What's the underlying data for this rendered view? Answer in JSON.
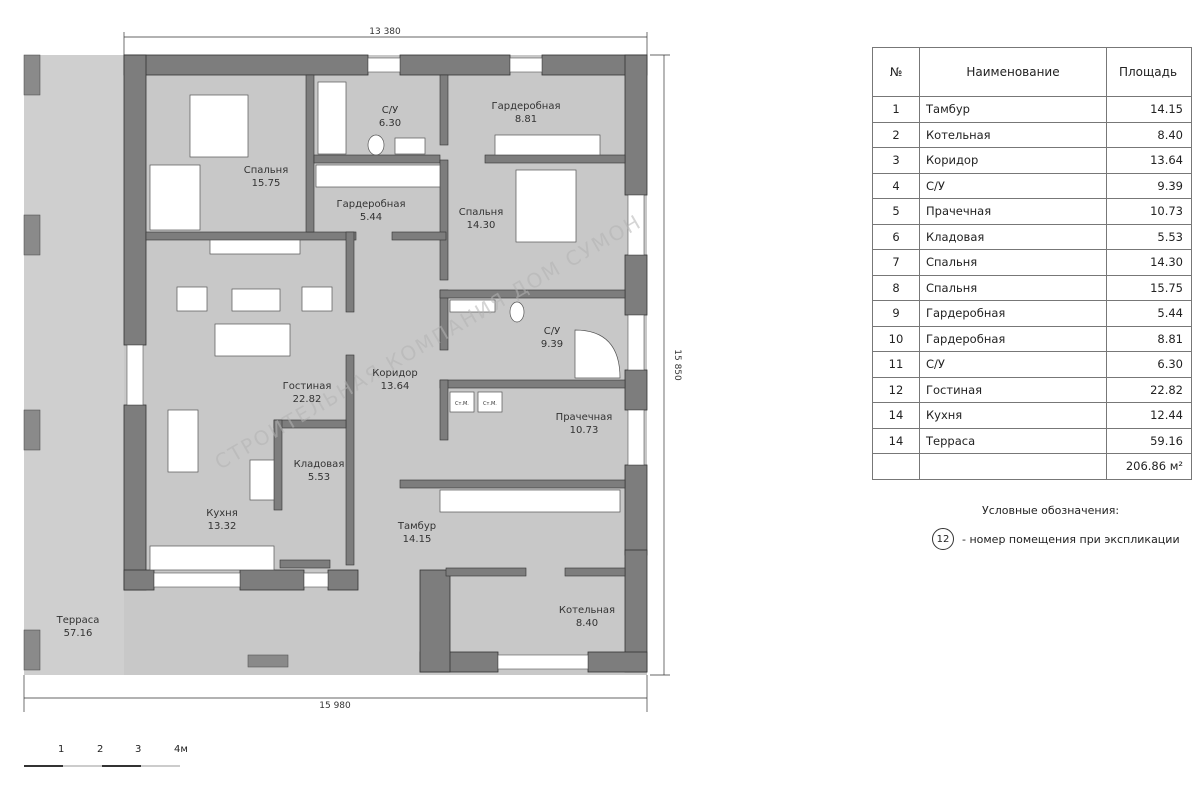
{
  "dimensions": {
    "top": "13 380",
    "bottom": "15 980",
    "right": "15 850"
  },
  "rooms": [
    {
      "name": "Спальня",
      "area": "15.75"
    },
    {
      "name": "С/У",
      "area": "6.30"
    },
    {
      "name": "Гардеробная",
      "area": "8.81"
    },
    {
      "name": "Гардеробная",
      "area": "5.44"
    },
    {
      "name": "Спальня",
      "area": "14.30"
    },
    {
      "name": "С/У",
      "area": "9.39"
    },
    {
      "name": "Гостиная",
      "area": "22.82"
    },
    {
      "name": "Коридор",
      "area": "13.64"
    },
    {
      "name": "Прачечная",
      "area": "10.73"
    },
    {
      "name": "Кладовая",
      "area": "5.53"
    },
    {
      "name": "Кухня",
      "area": "13.32"
    },
    {
      "name": "Тамбур",
      "area": "14.15"
    },
    {
      "name": "Котельная",
      "area": "8.40"
    },
    {
      "name": "Терраса",
      "area": "57.16"
    }
  ],
  "appliance_labels": {
    "washer": "Ст.М.",
    "dryer": "Ст.М."
  },
  "watermark": "СТРОИТЕЛЬНАЯ КОМПАНИЯ ДОМ СУМОН",
  "table": {
    "headers": {
      "num": "№",
      "name": "Наименование",
      "area": "Площадь"
    },
    "rows": [
      {
        "num": "1",
        "name": "Тамбур",
        "area": "14.15"
      },
      {
        "num": "2",
        "name": "Котельная",
        "area": "8.40"
      },
      {
        "num": "3",
        "name": "Коридор",
        "area": "13.64"
      },
      {
        "num": "4",
        "name": "С/У",
        "area": "9.39"
      },
      {
        "num": "5",
        "name": "Прачечная",
        "area": "10.73"
      },
      {
        "num": "6",
        "name": "Кладовая",
        "area": "5.53"
      },
      {
        "num": "7",
        "name": "Спальня",
        "area": "14.30"
      },
      {
        "num": "8",
        "name": "Спальня",
        "area": "15.75"
      },
      {
        "num": "9",
        "name": "Гардеробная",
        "area": "5.44"
      },
      {
        "num": "10",
        "name": "Гардеробная",
        "area": "8.81"
      },
      {
        "num": "11",
        "name": "С/У",
        "area": "6.30"
      },
      {
        "num": "12",
        "name": "Гостиная",
        "area": "22.82"
      },
      {
        "num": "14",
        "name": "Кухня",
        "area": "12.44"
      },
      {
        "num": "14",
        "name": "Терраса",
        "area": "59.16"
      }
    ],
    "total": "206.86 м²"
  },
  "legend": {
    "title": "Условные обозначения:",
    "sample": "12",
    "text": "- номер помещения при экспликации"
  },
  "scale": {
    "labels": [
      "1",
      "2",
      "3",
      "4м"
    ]
  },
  "colors": {
    "wall": "#7d7d7d",
    "room": "#c8c8c8",
    "terrace": "#cfcfcf"
  }
}
